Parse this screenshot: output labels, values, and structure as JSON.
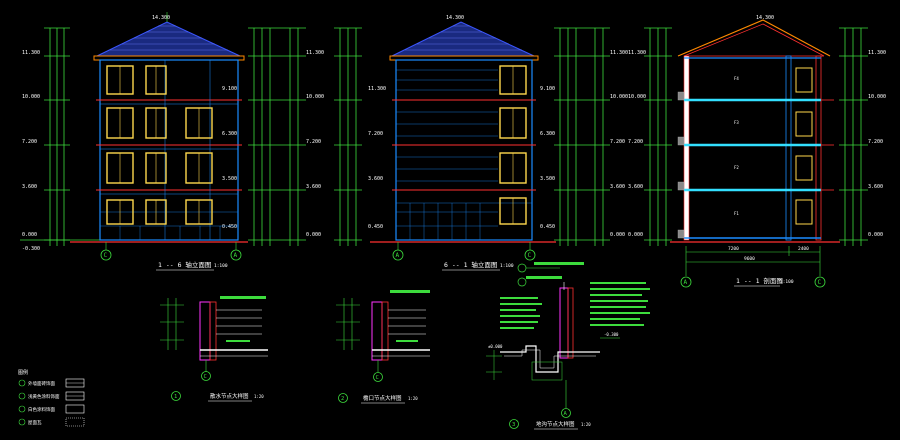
{
  "drawing": {
    "background": "#000000",
    "colors": {
      "line": "#1a8cff",
      "dim": "#3ddc3d",
      "window": "#ffd84d",
      "red": "#ff3030",
      "roof": "#3b56ff",
      "text": "#ffffff",
      "magenta": "#ff33ff",
      "cyan": "#33dfff",
      "orange": "#ff8a00"
    }
  },
  "elevation_1": {
    "title": "1 -- 6 轴立面图",
    "scale": "1:100",
    "axis_left": "C",
    "axis_right": "A",
    "top_level": "14.300",
    "levels_left": [
      "11.300",
      "10.000",
      "7.200",
      "3.600",
      "0.000",
      "-0.300"
    ],
    "levels_right": [
      "9.100",
      "6.300",
      "3.500",
      "0.450"
    ]
  },
  "elevation_2": {
    "title": "6 -- 1 轴立面图",
    "scale": "1:100",
    "axis_left": "A",
    "axis_right": "C",
    "top_level": "14.300",
    "levels_left": [
      "11.300",
      "7.200",
      "3.600"
    ]
  },
  "section": {
    "title": "1 -- 1 剖面图",
    "scale": "1:100",
    "axis_left": "A",
    "axis_right": "C",
    "top_level": "14.300",
    "dim_spans": [
      "7200",
      "2400",
      "9600"
    ],
    "levels_right": [
      "11.300",
      "10.000",
      "7.200",
      "3.600",
      "0.000"
    ]
  },
  "details": {
    "d1": {
      "num": "1",
      "title": "散水节点大样图",
      "axis": "C",
      "scale": "1:20"
    },
    "d2": {
      "num": "2",
      "title": "檐口节点大样图",
      "axis": "C",
      "scale": "1:20"
    },
    "d3": {
      "num": "3",
      "title": "地沟节点大样图",
      "axis": "A",
      "scale": "1:20"
    }
  },
  "legend": {
    "title": "图例",
    "items": [
      "外墙面砖饰面",
      "浅黄色涂料饰面",
      "白色涂料饰面",
      "屋面瓦"
    ]
  }
}
